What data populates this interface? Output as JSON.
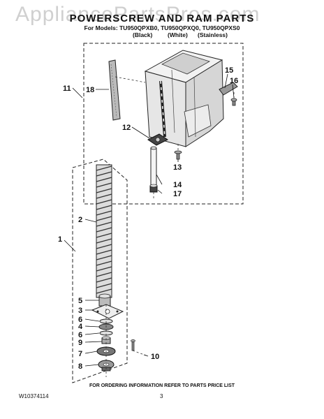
{
  "watermark": "AppliancePartsPros.com",
  "header": {
    "title": "POWERSCREW AND RAM PARTS",
    "models": "For Models: TU950QPXB0, TU950QPXQ0, TU950QPXS0",
    "variants": [
      "(Black)",
      "(White)",
      "(Stainless)"
    ]
  },
  "callouts": {
    "c1": "1",
    "c2": "2",
    "c3": "3",
    "c4": "4",
    "c5": "5",
    "c6a": "6",
    "c6b": "6",
    "c7": "7",
    "c8": "8",
    "c9": "9",
    "c10": "10",
    "c11": "11",
    "c12": "12",
    "c13": "13",
    "c14": "14",
    "c15": "15",
    "c16": "16",
    "c17": "17",
    "c18": "18"
  },
  "footer": {
    "ordering_note": "FOR ORDERING INFORMATION REFER TO PARTS PRICE LIST",
    "doc_id": "W10374114",
    "page_number": "3"
  }
}
